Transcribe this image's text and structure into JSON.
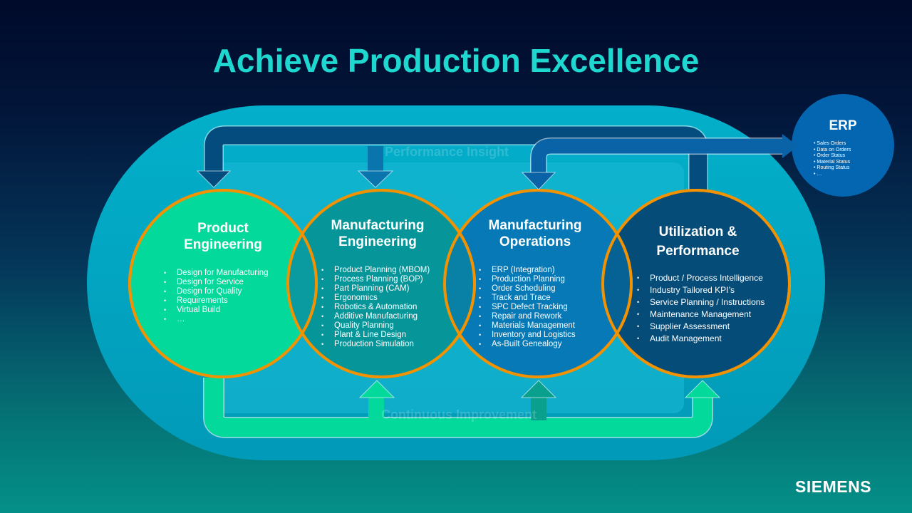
{
  "title": "Achieve Production Excellence",
  "loops": {
    "top_label": "Performance Insight",
    "bottom_label": "Continuous Improvement"
  },
  "circles": [
    {
      "title_lines": [
        "Product",
        "Engineering"
      ],
      "items": [
        "Design for Manufacturing",
        "Design for Service",
        "Design for Quality",
        "Requirements",
        "Virtual Build",
        "…"
      ]
    },
    {
      "title_lines": [
        "Manufacturing",
        "Engineering"
      ],
      "items": [
        "Product Planning (MBOM)",
        "Process Planning (BOP)",
        "Part Planning (CAM)",
        "Ergonomics",
        "Robotics & Automation",
        "Additive Manufacturing",
        "Quality Planning",
        "Plant & Line Design",
        "Production Simulation"
      ]
    },
    {
      "title_lines": [
        "Manufacturing",
        "Operations"
      ],
      "items": [
        "ERP (Integration)",
        "Production Planning",
        "Order Scheduling",
        "Track and Trace",
        "SPC Defect Tracking",
        "Repair and Rework",
        "Materials Management",
        "Inventory  and Logistics",
        "As-Built Genealogy"
      ]
    },
    {
      "title_lines": [
        "Utilization  &",
        "Performance"
      ],
      "items": [
        "Product / Process Intelligence",
        "Industry Tailored KPI’s",
        "Service Planning / Instructions",
        "Maintenance Management",
        "Supplier Assessment",
        "Audit Management"
      ]
    }
  ],
  "erp": {
    "title": "ERP",
    "items": [
      "Sales Orders",
      "Data on Orders",
      "Order Status",
      "Material Status",
      "Routing Status",
      "…"
    ]
  },
  "logo": "SIEMENS",
  "colors": {
    "title": "#1ed7cf",
    "oval": "#00a6c6",
    "circle_border": "#f39200",
    "product_engineering": "#04d99c",
    "manufacturing_engineering": "#06969a",
    "manufacturing_operations": "#0679b6",
    "utilization_performance": "#054c79",
    "erp": "#0466b0",
    "top_arrow": "#044c7e",
    "bottom_arrow": "#04d99c"
  }
}
